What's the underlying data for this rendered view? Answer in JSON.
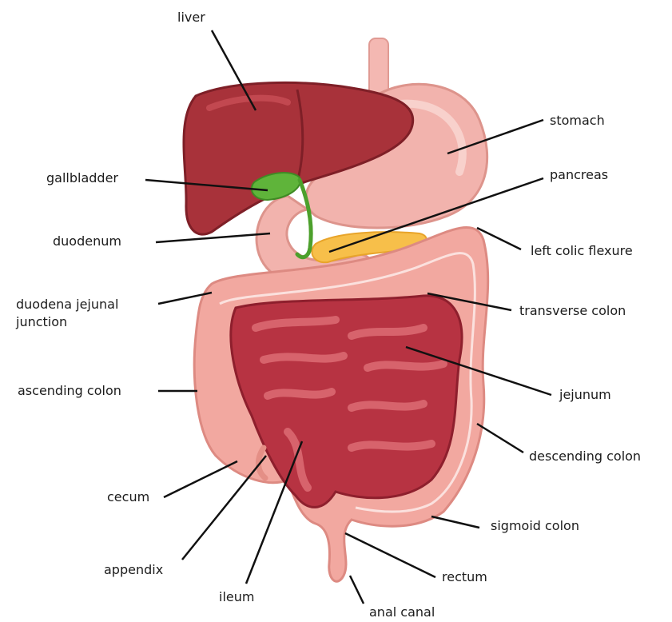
{
  "diagram": {
    "labels": {
      "liver": "liver",
      "stomach": "stomach",
      "gallbladder": "gallbladder",
      "pancreas": "pancreas",
      "duodenum": "duodenum",
      "left_colic_flexure": "left colic flexure",
      "duodena_jejunal_junction": "duodena jejunal junction",
      "transverse_colon": "transverse colon",
      "ascending_colon": "ascending colon",
      "jejunum": "jejunum",
      "descending_colon": "descending colon",
      "cecum": "cecum",
      "sigmoid_colon": "sigmoid colon",
      "appendix": "appendix",
      "rectum": "rectum",
      "ileum": "ileum",
      "anal_canal": "anal canal"
    },
    "colors": {
      "liver": "#a8323a",
      "liver_light": "#c24850",
      "gallbladder": "#5fb43a",
      "bile_duct": "#4ca02c",
      "stomach": "#f2b3ad",
      "stomach_dark": "#e79a93",
      "esophagus": "#f4b8b2",
      "pancreas": "#f7bf4a",
      "colon": "#f2a8a0",
      "colon_dark": "#e48f86",
      "small_intestine": "#b73342",
      "small_intestine_dark": "#8e1f2d",
      "small_intestine_light": "#d7636c",
      "leader_line": "#111111"
    }
  }
}
